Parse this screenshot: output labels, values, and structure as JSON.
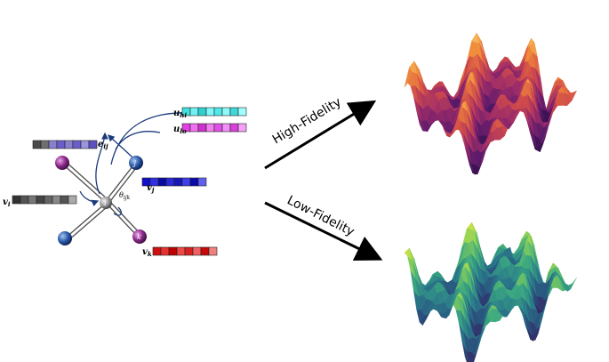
{
  "labels": {
    "v_i": "v",
    "v_i_sub": "i",
    "v_j": "v",
    "v_j_sub": "j",
    "v_k": "v",
    "v_k_sub": "k",
    "e_ij": "e",
    "e_ij_sub": "ij",
    "u_hi": "u",
    "u_hi_sub": "hi",
    "u_lo": "u",
    "u_lo_sub": "lo",
    "theta": "θ",
    "theta_sub": "ijk",
    "atom_i": "i",
    "atom_j": "j",
    "atom_k": "k"
  },
  "arrows": {
    "high": "High-Fidelity",
    "low": "Low-Fidelity"
  },
  "colors": {
    "edge_vec": [
      "#4a4a4a",
      "#6e6e6e",
      "#8a7fd0",
      "#6a5ec8",
      "#8a7fd0",
      "#6a5ec8",
      "#9b94e0",
      "#5b52c0"
    ],
    "vi_vec": [
      "#333333",
      "#555555",
      "#777777",
      "#444444",
      "#666666",
      "#888888",
      "#555555",
      "#aaaaaa"
    ],
    "vj_vec": [
      "#1010c8",
      "#3030e0",
      "#0a0aa0",
      "#2a2ad8",
      "#1818b8",
      "#4040e8",
      "#0c0ca8",
      "#6060f0"
    ],
    "vk_vec": [
      "#d01010",
      "#e83030",
      "#c00000",
      "#f04848",
      "#d82020",
      "#f06060",
      "#c80808",
      "#f08080"
    ],
    "uhi_vec": [
      "#40e0e0",
      "#70f0f0",
      "#30d0d0",
      "#80f8f8",
      "#50e8e8",
      "#90f8f8",
      "#40d8d8",
      "#a0ffff"
    ],
    "ulo_vec": [
      "#e040e0",
      "#f070f0",
      "#d030d0",
      "#f080f0",
      "#e050e8",
      "#f090f8",
      "#d840d8",
      "#f8a0f8"
    ],
    "atom_purple": "#8a2a8a",
    "atom_blue": "#2a5aa8",
    "atom_center": "#9a9a9a",
    "high_surface": [
      "#1e0b3a",
      "#5a1a6a",
      "#9a2a6a",
      "#d04a4a",
      "#f08a3a",
      "#f8d070"
    ],
    "low_surface": [
      "#3a1a5a",
      "#2a4a7a",
      "#2a7a8a",
      "#3aa880",
      "#8ad058",
      "#e8e840"
    ]
  }
}
